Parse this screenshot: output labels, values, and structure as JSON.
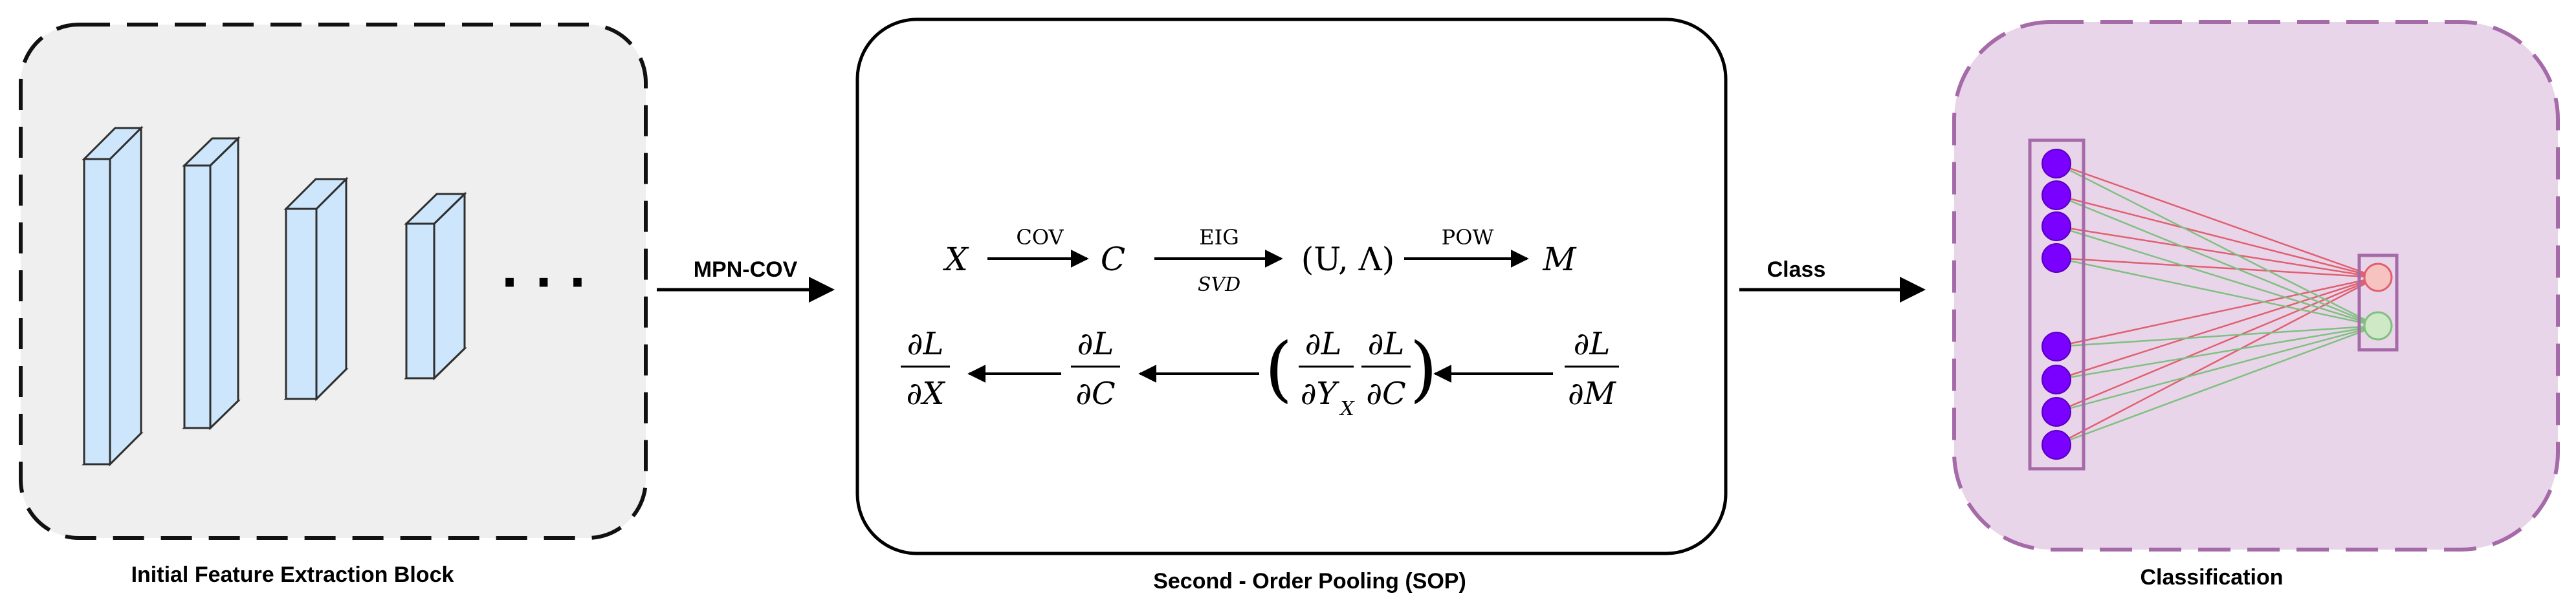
{
  "blocks": {
    "feature_extraction": {
      "caption": "Initial Feature Extraction Block",
      "ellipsis": "· · ·"
    },
    "sop": {
      "caption": "Second - Order Pooling (SOP)"
    },
    "classification": {
      "caption": "Classification"
    }
  },
  "connectors": {
    "left_label": "MPN-COV",
    "right_label": "Class"
  },
  "forward_chain": {
    "x": "X",
    "c": "C",
    "ul": "(U, Λ)",
    "m": "M",
    "op1_top": "COV",
    "op2_top": "EIG",
    "op2_bottom": "SVD",
    "op3_top": "POW"
  },
  "backward_chain": {
    "dl": "∂L",
    "dx": "∂X",
    "dc": "∂C",
    "dyx": "∂Y",
    "yx_sub": "X",
    "dm": "∂M"
  },
  "colors": {
    "feature_block_fill": "#efefef",
    "prism_fill": "#cde6fb",
    "prism_stroke": "#2f2f2f",
    "classification_fill": "#e9d5e9",
    "classification_stroke": "#a56aa8",
    "neuron_purple": "#7a00ff",
    "out_neuron_red": "#f7c3c0",
    "out_neuron_green": "#cfe8c6",
    "edge_red": "#e06070",
    "edge_green": "#7fc080"
  }
}
